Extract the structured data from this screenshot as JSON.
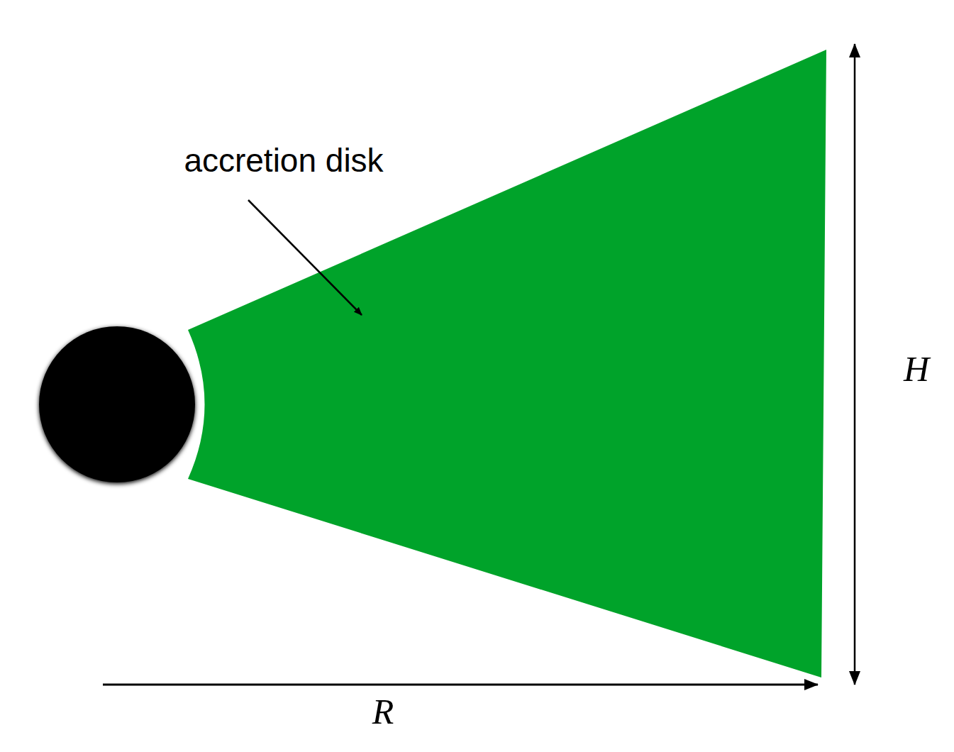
{
  "diagram": {
    "labels": [
      "accretion disk",
      "H",
      "R"
    ]
  }
}
